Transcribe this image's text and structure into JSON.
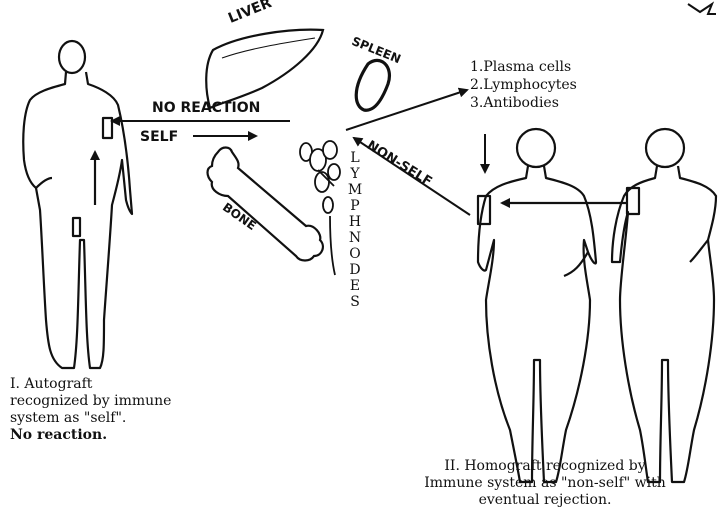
{
  "organs": {
    "liver": "LIVER",
    "spleen": "SPLEEN",
    "bone": "BONE",
    "lymph_nodes": [
      "L",
      "Y",
      "M",
      "P",
      "H",
      "N",
      "O",
      "D",
      "E",
      "S"
    ]
  },
  "labels": {
    "no_reaction": "NO REACTION",
    "self": "SELF",
    "non_self": "NON-SELF"
  },
  "response_list": [
    "1.Plasma cells",
    "2.Lymphocytes",
    "3.Antibodies"
  ],
  "captions": {
    "autograft": [
      "I. Autograft",
      "recognized by immune",
      "system as \"self\".",
      "No reaction."
    ],
    "homograft": [
      "II. Homograft recognized by",
      "Immune system as \"non-self\" with",
      "eventual rejection."
    ]
  }
}
